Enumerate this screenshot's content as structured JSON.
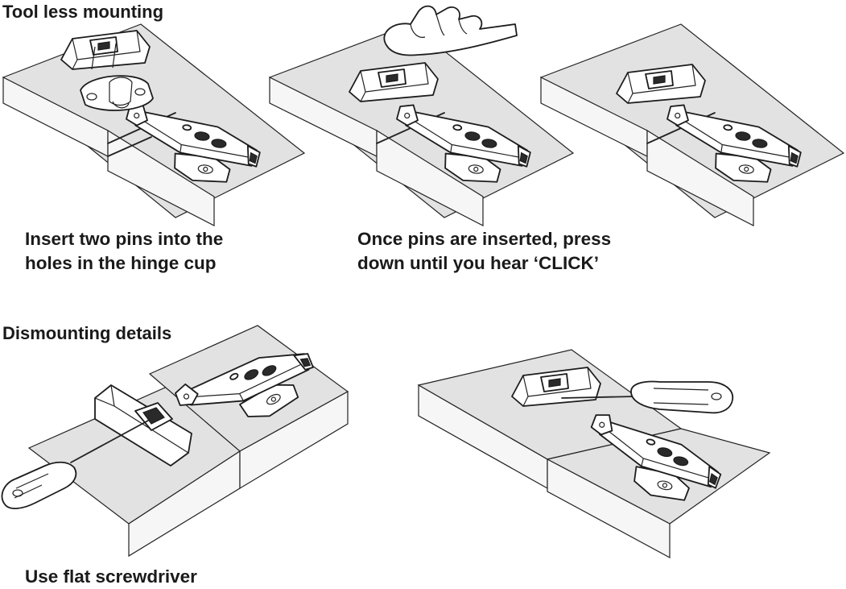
{
  "sections": {
    "mounting": {
      "title": "Tool less mounting"
    },
    "dismounting": {
      "title": "Dismounting details"
    }
  },
  "captions": {
    "step1": {
      "line1": "Insert two pins into the",
      "line2": "holes in the hinge cup"
    },
    "step2": {
      "line1": "Once pins are inserted, press",
      "line2": "down until you hear ‘CLICK’"
    },
    "dismount": {
      "line1": "Use flat screwdriver"
    }
  },
  "colors": {
    "board_top": "#e2e2e2",
    "board_side": "#f6f6f6",
    "outline": "#222222"
  }
}
